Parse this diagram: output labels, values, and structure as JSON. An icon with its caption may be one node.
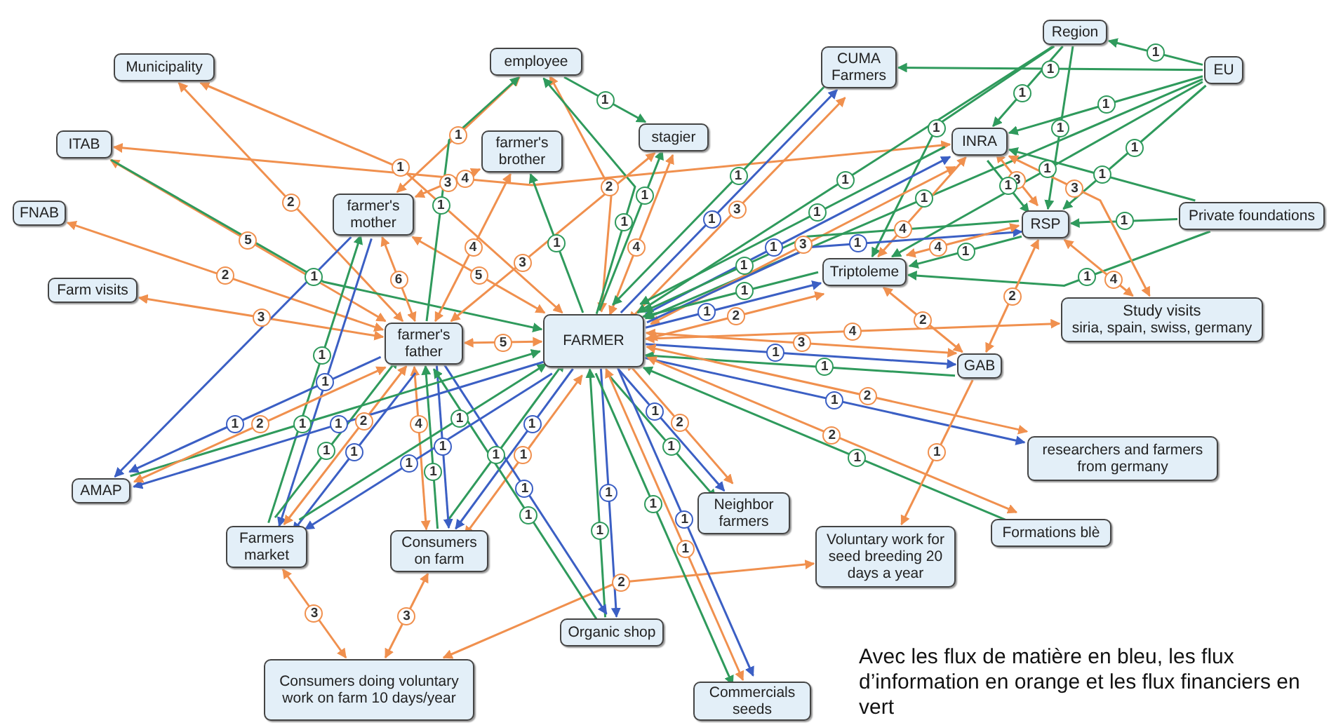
{
  "diagram": {
    "caption": "Avec les flux de matière en bleu, les flux d’information en orange et les flux financiers en vert",
    "nodes": [
      {
        "text": [
          "Municipality"
        ]
      },
      {
        "text": [
          "employee"
        ]
      },
      {
        "text": [
          "ITAB"
        ]
      },
      {
        "text": [
          "farmer's brother"
        ]
      },
      {
        "text": [
          "stagier"
        ]
      },
      {
        "text": [
          "CUMA Farmers"
        ]
      },
      {
        "text": [
          "Region"
        ]
      },
      {
        "text": [
          "EU"
        ]
      },
      {
        "text": [
          "INRA"
        ]
      },
      {
        "text": [
          "FNAB"
        ]
      },
      {
        "text": [
          "farmer's mother"
        ]
      },
      {
        "text": [
          "RSP"
        ]
      },
      {
        "text": [
          "Private foundations"
        ]
      },
      {
        "text": [
          "Farm visits"
        ]
      },
      {
        "text": [
          "Triptoleme"
        ]
      },
      {
        "text": [
          "farmer's father"
        ]
      },
      {
        "text": [
          "FARMER"
        ]
      },
      {
        "text": [
          "Study visits",
          "siria, spain, swiss, germany"
        ]
      },
      {
        "text": [
          "GAB"
        ]
      },
      {
        "text": [
          "AMAP"
        ]
      },
      {
        "text": [
          "researchers and farmers from germany"
        ]
      },
      {
        "text": [
          "Neighbor farmers"
        ]
      },
      {
        "text": [
          "Farmers market"
        ]
      },
      {
        "text": [
          "Consumers on farm"
        ]
      },
      {
        "text": [
          "Formations blè"
        ]
      },
      {
        "text": [
          "Voluntary work for seed breeding 20 days a year"
        ]
      },
      {
        "text": [
          "Organic shop"
        ]
      },
      {
        "text": [
          "Consumers doing voluntary work on farm 10 days/year"
        ]
      },
      {
        "text": [
          "Commercials seeds"
        ]
      }
    ],
    "edges": [
      {
        "from": 2,
        "to": 8,
        "arrow": "both",
        "label": "4"
      },
      {
        "from": 16,
        "to": 0,
        "arrow": "both",
        "label": "1"
      },
      {
        "from": 15,
        "to": 0,
        "arrow": "both",
        "label": "2"
      },
      {
        "from": 15,
        "to": 2,
        "arrow": "both",
        "label": "5"
      },
      {
        "from": 2,
        "to": 16,
        "arrow": "to",
        "label": "1",
        "color": "#2f9a5c"
      },
      {
        "from": 15,
        "to": 9,
        "arrow": "both",
        "label": "2"
      },
      {
        "from": 15,
        "to": 13,
        "arrow": "both",
        "label": "3"
      },
      {
        "from": 10,
        "to": 16,
        "arrow": "both",
        "label": "5"
      },
      {
        "from": 10,
        "to": 15,
        "arrow": "both",
        "label": "6"
      },
      {
        "from": 15,
        "to": 16,
        "arrow": "both",
        "label": "5"
      },
      {
        "from": 10,
        "to": 1,
        "arrow": "both",
        "label": "1"
      },
      {
        "from": 15,
        "to": 1,
        "arrow": "to",
        "label": "1",
        "color": "#2f9a5c"
      },
      {
        "from": 16,
        "to": 1,
        "arrow": "both",
        "label": "2"
      },
      {
        "from": 16,
        "to": 1,
        "arrow": "to",
        "label": "1",
        "color": "#2f9a5c"
      },
      {
        "from": 1,
        "to": 4,
        "arrow": "to",
        "label": "1",
        "color": "#2f9a5c"
      },
      {
        "from": 10,
        "to": 3,
        "arrow": "both",
        "label": "3"
      },
      {
        "from": 15,
        "to": 3,
        "arrow": "both",
        "label": "4"
      },
      {
        "from": 16,
        "to": 3,
        "arrow": "to",
        "label": "1",
        "color": "#2f9a5c"
      },
      {
        "from": 16,
        "to": 4,
        "arrow": "both",
        "label": "4"
      },
      {
        "from": 15,
        "to": 4,
        "arrow": "both",
        "label": "3"
      },
      {
        "from": 16,
        "to": 4,
        "arrow": "to",
        "label": "1",
        "color": "#2f9a5c"
      },
      {
        "from": 16,
        "to": 5,
        "arrow": "both",
        "label": "3"
      },
      {
        "from": 16,
        "to": 5,
        "arrow": "to",
        "label": "1",
        "color": "#3b5fc4"
      },
      {
        "from": 7,
        "to": 5,
        "arrow": "to",
        "label": "1",
        "color": "#2f9a5c"
      },
      {
        "from": 5,
        "to": 16,
        "arrow": "to",
        "label": "1",
        "color": "#2f9a5c"
      },
      {
        "from": 6,
        "to": 16,
        "arrow": "to",
        "label": "1",
        "color": "#2f9a5c"
      },
      {
        "from": 6,
        "to": 8,
        "arrow": "to",
        "label": "1",
        "color": "#2f9a5c"
      },
      {
        "from": 6,
        "to": 11,
        "arrow": "to",
        "label": "1",
        "color": "#2f9a5c"
      },
      {
        "from": 6,
        "to": 14,
        "arrow": "to",
        "label": "1",
        "color": "#2f9a5c"
      },
      {
        "from": 7,
        "to": 6,
        "arrow": "to",
        "label": "1",
        "color": "#2f9a5c"
      },
      {
        "from": 7,
        "to": 16,
        "arrow": "to",
        "label": "1",
        "color": "#2f9a5c"
      },
      {
        "from": 7,
        "to": 8,
        "arrow": "to",
        "label": "1",
        "color": "#2f9a5c"
      },
      {
        "from": 7,
        "to": 11,
        "arrow": "to",
        "label": "1",
        "color": "#2f9a5c"
      },
      {
        "from": 7,
        "to": 14,
        "arrow": "to",
        "label": "1",
        "color": "#2f9a5c"
      },
      {
        "from": 12,
        "to": 11,
        "arrow": "to",
        "label": "1",
        "color": "#2f9a5c"
      },
      {
        "from": 12,
        "to": 8,
        "arrow": "to",
        "label": "1",
        "color": "#2f9a5c"
      },
      {
        "from": 12,
        "to": 14,
        "arrow": "to",
        "label": "1",
        "color": "#2f9a5c"
      },
      {
        "from": 16,
        "to": 8,
        "arrow": "both",
        "label": "3"
      },
      {
        "from": 16,
        "to": 8,
        "arrow": "to",
        "label": "1",
        "color": "#3b5fc4"
      },
      {
        "from": 8,
        "to": 11,
        "arrow": "both",
        "label": "3"
      },
      {
        "from": 8,
        "to": 11,
        "arrow": "to",
        "label": "1",
        "color": "#2f9a5c"
      },
      {
        "from": 8,
        "to": 14,
        "arrow": "both",
        "label": "4"
      },
      {
        "from": 8,
        "to": 17,
        "arrow": "both",
        "label": "3"
      },
      {
        "from": 8,
        "to": 16,
        "arrow": "to",
        "label": "1",
        "color": "#2f9a5c"
      },
      {
        "from": 16,
        "to": 11,
        "arrow": "to",
        "label": "1",
        "color": "#3b5fc4"
      },
      {
        "from": 11,
        "to": 14,
        "arrow": "to",
        "label": "1",
        "color": "#2f9a5c"
      },
      {
        "from": 11,
        "to": 14,
        "arrow": "both",
        "label": "4"
      },
      {
        "from": 11,
        "to": 17,
        "arrow": "both",
        "label": "4"
      },
      {
        "from": 11,
        "to": 18,
        "arrow": "both",
        "label": "2"
      },
      {
        "from": 11,
        "to": 16,
        "arrow": "to",
        "label": "1",
        "color": "#2f9a5c"
      },
      {
        "from": 16,
        "to": 14,
        "arrow": "both",
        "label": "2"
      },
      {
        "from": 16,
        "to": 14,
        "arrow": "to",
        "label": "1",
        "color": "#3b5fc4"
      },
      {
        "from": 14,
        "to": 16,
        "arrow": "to",
        "label": "1",
        "color": "#2f9a5c"
      },
      {
        "from": 14,
        "to": 18,
        "arrow": "both",
        "label": "2"
      },
      {
        "from": 16,
        "to": 17,
        "arrow": "both",
        "label": "4"
      },
      {
        "from": 16,
        "to": 18,
        "arrow": "both",
        "label": "3"
      },
      {
        "from": 16,
        "to": 18,
        "arrow": "to",
        "label": "1",
        "color": "#3b5fc4"
      },
      {
        "from": 18,
        "to": 16,
        "arrow": "to",
        "label": "1",
        "color": "#2f9a5c"
      },
      {
        "from": 16,
        "to": 20,
        "arrow": "both",
        "label": "2"
      },
      {
        "from": 16,
        "to": 20,
        "arrow": "to",
        "label": "1",
        "color": "#3b5fc4"
      },
      {
        "from": 16,
        "to": 21,
        "arrow": "both",
        "label": "2"
      },
      {
        "from": 16,
        "to": 21,
        "arrow": "to",
        "label": "1",
        "color": "#3b5fc4"
      },
      {
        "from": 16,
        "to": 21,
        "arrow": "to",
        "label": "1",
        "color": "#2f9a5c"
      },
      {
        "from": 16,
        "to": 24,
        "arrow": "both",
        "label": "2"
      },
      {
        "from": 24,
        "to": 16,
        "arrow": "to",
        "label": "1",
        "color": "#2f9a5c"
      },
      {
        "from": 18,
        "to": 25,
        "arrow": "to",
        "label": "1"
      },
      {
        "from": 27,
        "to": 25,
        "arrow": "both",
        "label": "2"
      },
      {
        "from": 16,
        "to": 26,
        "arrow": "to",
        "label": "1",
        "color": "#3b5fc4"
      },
      {
        "from": 26,
        "to": 16,
        "arrow": "to",
        "label": "1",
        "color": "#2f9a5c"
      },
      {
        "from": 16,
        "to": 28,
        "arrow": "to",
        "label": "1",
        "color": "#3b5fc4"
      },
      {
        "from": 16,
        "to": 28,
        "arrow": "both",
        "label": "1"
      },
      {
        "from": 16,
        "to": 28,
        "arrow": "to",
        "label": "1",
        "color": "#2f9a5c"
      },
      {
        "from": 16,
        "to": 23,
        "arrow": "both",
        "label": "1"
      },
      {
        "from": 16,
        "to": 23,
        "arrow": "to",
        "label": "1",
        "color": "#3b5fc4"
      },
      {
        "from": 23,
        "to": 16,
        "arrow": "to",
        "label": "1",
        "color": "#2f9a5c"
      },
      {
        "from": 15,
        "to": 23,
        "arrow": "to",
        "label": "1",
        "color": "#3b5fc4"
      },
      {
        "from": 23,
        "to": 15,
        "arrow": "to",
        "label": "1",
        "color": "#2f9a5c"
      },
      {
        "from": 15,
        "to": 23,
        "arrow": "both",
        "label": "4"
      },
      {
        "from": 15,
        "to": 26,
        "arrow": "to",
        "label": "1",
        "color": "#3b5fc4"
      },
      {
        "from": 26,
        "to": 15,
        "arrow": "to",
        "label": "1",
        "color": "#2f9a5c"
      },
      {
        "from": 10,
        "to": 22,
        "arrow": "to",
        "label": "1",
        "color": "#3b5fc4"
      },
      {
        "from": 22,
        "to": 10,
        "arrow": "to",
        "label": "1",
        "color": "#2f9a5c"
      },
      {
        "from": 15,
        "to": 22,
        "arrow": "to",
        "label": "1",
        "color": "#3b5fc4"
      },
      {
        "from": 15,
        "to": 22,
        "arrow": "both",
        "label": "2"
      },
      {
        "from": 22,
        "to": 15,
        "arrow": "to",
        "label": "1",
        "color": "#2f9a5c"
      },
      {
        "from": 16,
        "to": 22,
        "arrow": "to",
        "label": "1",
        "color": "#3b5fc4"
      },
      {
        "from": 22,
        "to": 16,
        "arrow": "to",
        "label": "1",
        "color": "#2f9a5c"
      },
      {
        "from": 10,
        "to": 19,
        "arrow": "to",
        "color": "#3b5fc4"
      },
      {
        "from": 16,
        "to": 19,
        "arrow": "to",
        "label": "1",
        "color": "#3b5fc4"
      },
      {
        "from": 19,
        "to": 16,
        "arrow": "to",
        "label": "1",
        "color": "#2f9a5c"
      },
      {
        "from": 15,
        "to": 19,
        "arrow": "both",
        "label": "2"
      },
      {
        "from": 15,
        "to": 19,
        "arrow": "to",
        "label": "1",
        "color": "#3b5fc4"
      },
      {
        "from": 22,
        "to": 27,
        "arrow": "both",
        "label": "3"
      },
      {
        "from": 23,
        "to": 27,
        "arrow": "both",
        "label": "3"
      }
    ]
  }
}
